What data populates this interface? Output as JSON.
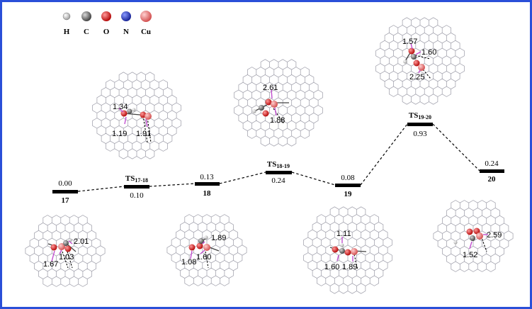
{
  "legend": {
    "items": [
      {
        "symbol": "H",
        "color": "#d8d8d8"
      },
      {
        "symbol": "C",
        "color": "#8a8a8a"
      },
      {
        "symbol": "O",
        "color": "#e01818"
      },
      {
        "symbol": "N",
        "color": "#2030c8"
      },
      {
        "symbol": "Cu",
        "color": "#e86a6a"
      }
    ]
  },
  "states": [
    {
      "id": "17",
      "energy": "0.00"
    },
    {
      "id": "TS17-18",
      "ts_base": "TS",
      "ts_sub": "17-18",
      "energy": "0.10"
    },
    {
      "id": "18",
      "energy": "0.13"
    },
    {
      "id": "TS18-19",
      "ts_base": "TS",
      "ts_sub": "18-19",
      "energy": "0.24"
    },
    {
      "id": "19",
      "energy": "0.08"
    },
    {
      "id": "TS19-20",
      "ts_base": "TS",
      "ts_sub": "19-20",
      "energy": "0.93"
    },
    {
      "id": "20",
      "energy": "0.24"
    }
  ],
  "structures": [
    {
      "state": "17",
      "distances": [
        "2.01",
        "1.67",
        "1.03"
      ]
    },
    {
      "state": "TS17-18",
      "distances": [
        "1.34",
        "1.19",
        "1.91"
      ]
    },
    {
      "state": "18",
      "distances": [
        "1.89",
        "1.08",
        "1.60"
      ]
    },
    {
      "state": "TS18-19",
      "distances": [
        "2.61",
        "1.88"
      ]
    },
    {
      "state": "19",
      "distances": [
        "1.11",
        "1.60",
        "1.89"
      ]
    },
    {
      "state": "TS19-20",
      "distances": [
        "1.57",
        "1.60",
        "2.25"
      ]
    },
    {
      "state": "20",
      "distances": [
        "2.59",
        "1.52"
      ]
    }
  ]
}
